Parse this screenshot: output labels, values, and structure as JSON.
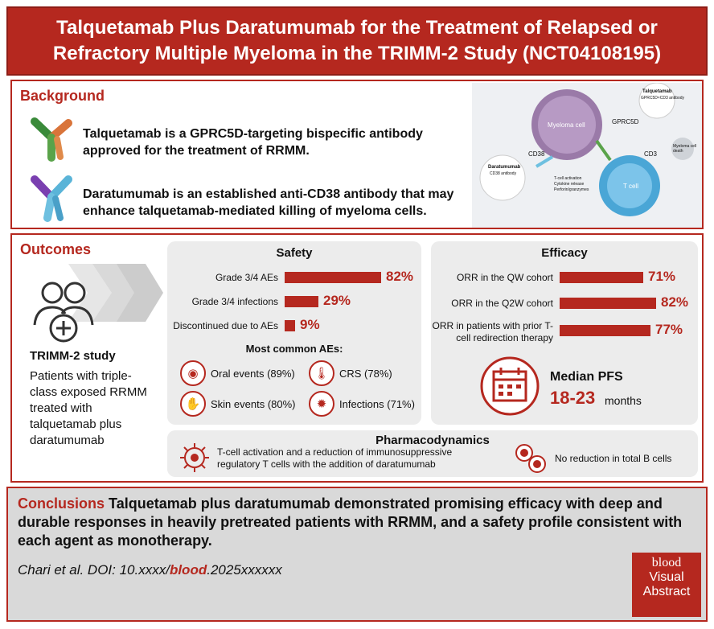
{
  "title": "Talquetamab Plus Daratumumab for the Treatment of Relapsed or Refractory Multiple Myeloma in the TRIMM-2 Study (NCT04108195)",
  "background": {
    "heading": "Background",
    "items": [
      {
        "text": "Talquetamab is a GPRC5D-targeting bispecific antibody approved for the treatment of RRMM."
      },
      {
        "text": "Daratumumab is an established anti-CD38 antibody that may enhance talquetamab-mediated killing of myeloma cells."
      }
    ],
    "illustration": {
      "talq_label": "Talquetamab",
      "talq_sub": "GPRC5D×CD3 antibody",
      "myeloma_label": "Myeloma cell",
      "gprc5d": "GPRC5D",
      "cd38": "CD38",
      "cd3": "CD3",
      "death": "Myeloma cell death",
      "tcell": "T cell",
      "activation": "T-cell activation",
      "cytokine": "Cytokine release",
      "perforin": "Perforin/granzymes",
      "dara_label": "Daratumumab",
      "dara_sub": "CD38 antibody"
    }
  },
  "outcomes": {
    "heading": "Outcomes",
    "study_title": "TRIMM-2 study",
    "study_desc": "Patients with triple-class exposed RRMM treated with talquetamab plus daratumumab",
    "safety": {
      "title": "Safety",
      "rows": [
        {
          "label": "Grade 3/4 AEs",
          "value": 82,
          "display": "82%"
        },
        {
          "label": "Grade 3/4 infections",
          "value": 29,
          "display": "29%"
        },
        {
          "label": "Discontinued due to AEs",
          "value": 9,
          "display": "9%"
        }
      ],
      "common_title": "Most common AEs:",
      "common": [
        {
          "label": "Oral events (89%)",
          "icon": "mouth-icon"
        },
        {
          "label": "CRS (78%)",
          "icon": "thermometer-icon"
        },
        {
          "label": "Skin events (80%)",
          "icon": "hand-icon"
        },
        {
          "label": "Infections (71%)",
          "icon": "virus-icon"
        }
      ]
    },
    "efficacy": {
      "title": "Efficacy",
      "rows": [
        {
          "label": "ORR in the QW cohort",
          "value": 71,
          "display": "71%"
        },
        {
          "label": "ORR in the Q2W cohort",
          "value": 82,
          "display": "82%"
        },
        {
          "label": "ORR in patients with prior T-cell redirection therapy",
          "value": 77,
          "display": "77%"
        }
      ],
      "pfs_label": "Median PFS",
      "pfs_value": "18-23",
      "pfs_unit": "months"
    },
    "pharma": {
      "title": "Pharmacodynamics",
      "left": "T-cell activation and a reduction of immunosuppressive regulatory T cells with the addition of daratumumab",
      "right": "No reduction in total B cells"
    }
  },
  "conclusion": {
    "heading": "Conclusions",
    "text": "Talquetamab plus daratumumab demonstrated promising efficacy with deep and durable responses in heavily pretreated patients with RRMM, and a safety profile consistent with each agent as monotherapy.",
    "cite_pre": "Chari et al. DOI: 10.xxxx/",
    "cite_journal": "blood",
    "cite_post": ".2025xxxxxx",
    "logo_name": "blood",
    "logo_line1": "Visual",
    "logo_line2": "Abstract"
  },
  "colors": {
    "accent": "#b5281f",
    "panel": "#ececec",
    "conclusion_bg": "#d9d9d9"
  }
}
